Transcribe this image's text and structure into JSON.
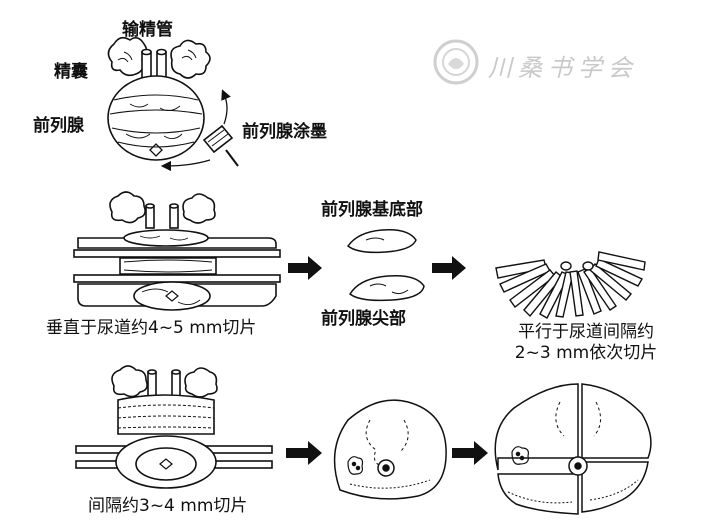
{
  "labels": {
    "vas_deferens": "输精管",
    "seminal_vesicle": "精囊",
    "prostate": "前列腺",
    "ink": "前列腺涂墨",
    "base": "前列腺基底部",
    "apex": "前列腺尖部",
    "perp_cut": "垂直于尿道约4~5 mm切片",
    "parallel_cut_line1": "平行于尿道间隔约",
    "parallel_cut_line2": "2~3 mm依次切片",
    "interval_cut": "间隔约3~4 mm切片"
  },
  "watermark": {
    "text": "川桑书学会",
    "icon": "seal-emblem-icon"
  }
}
